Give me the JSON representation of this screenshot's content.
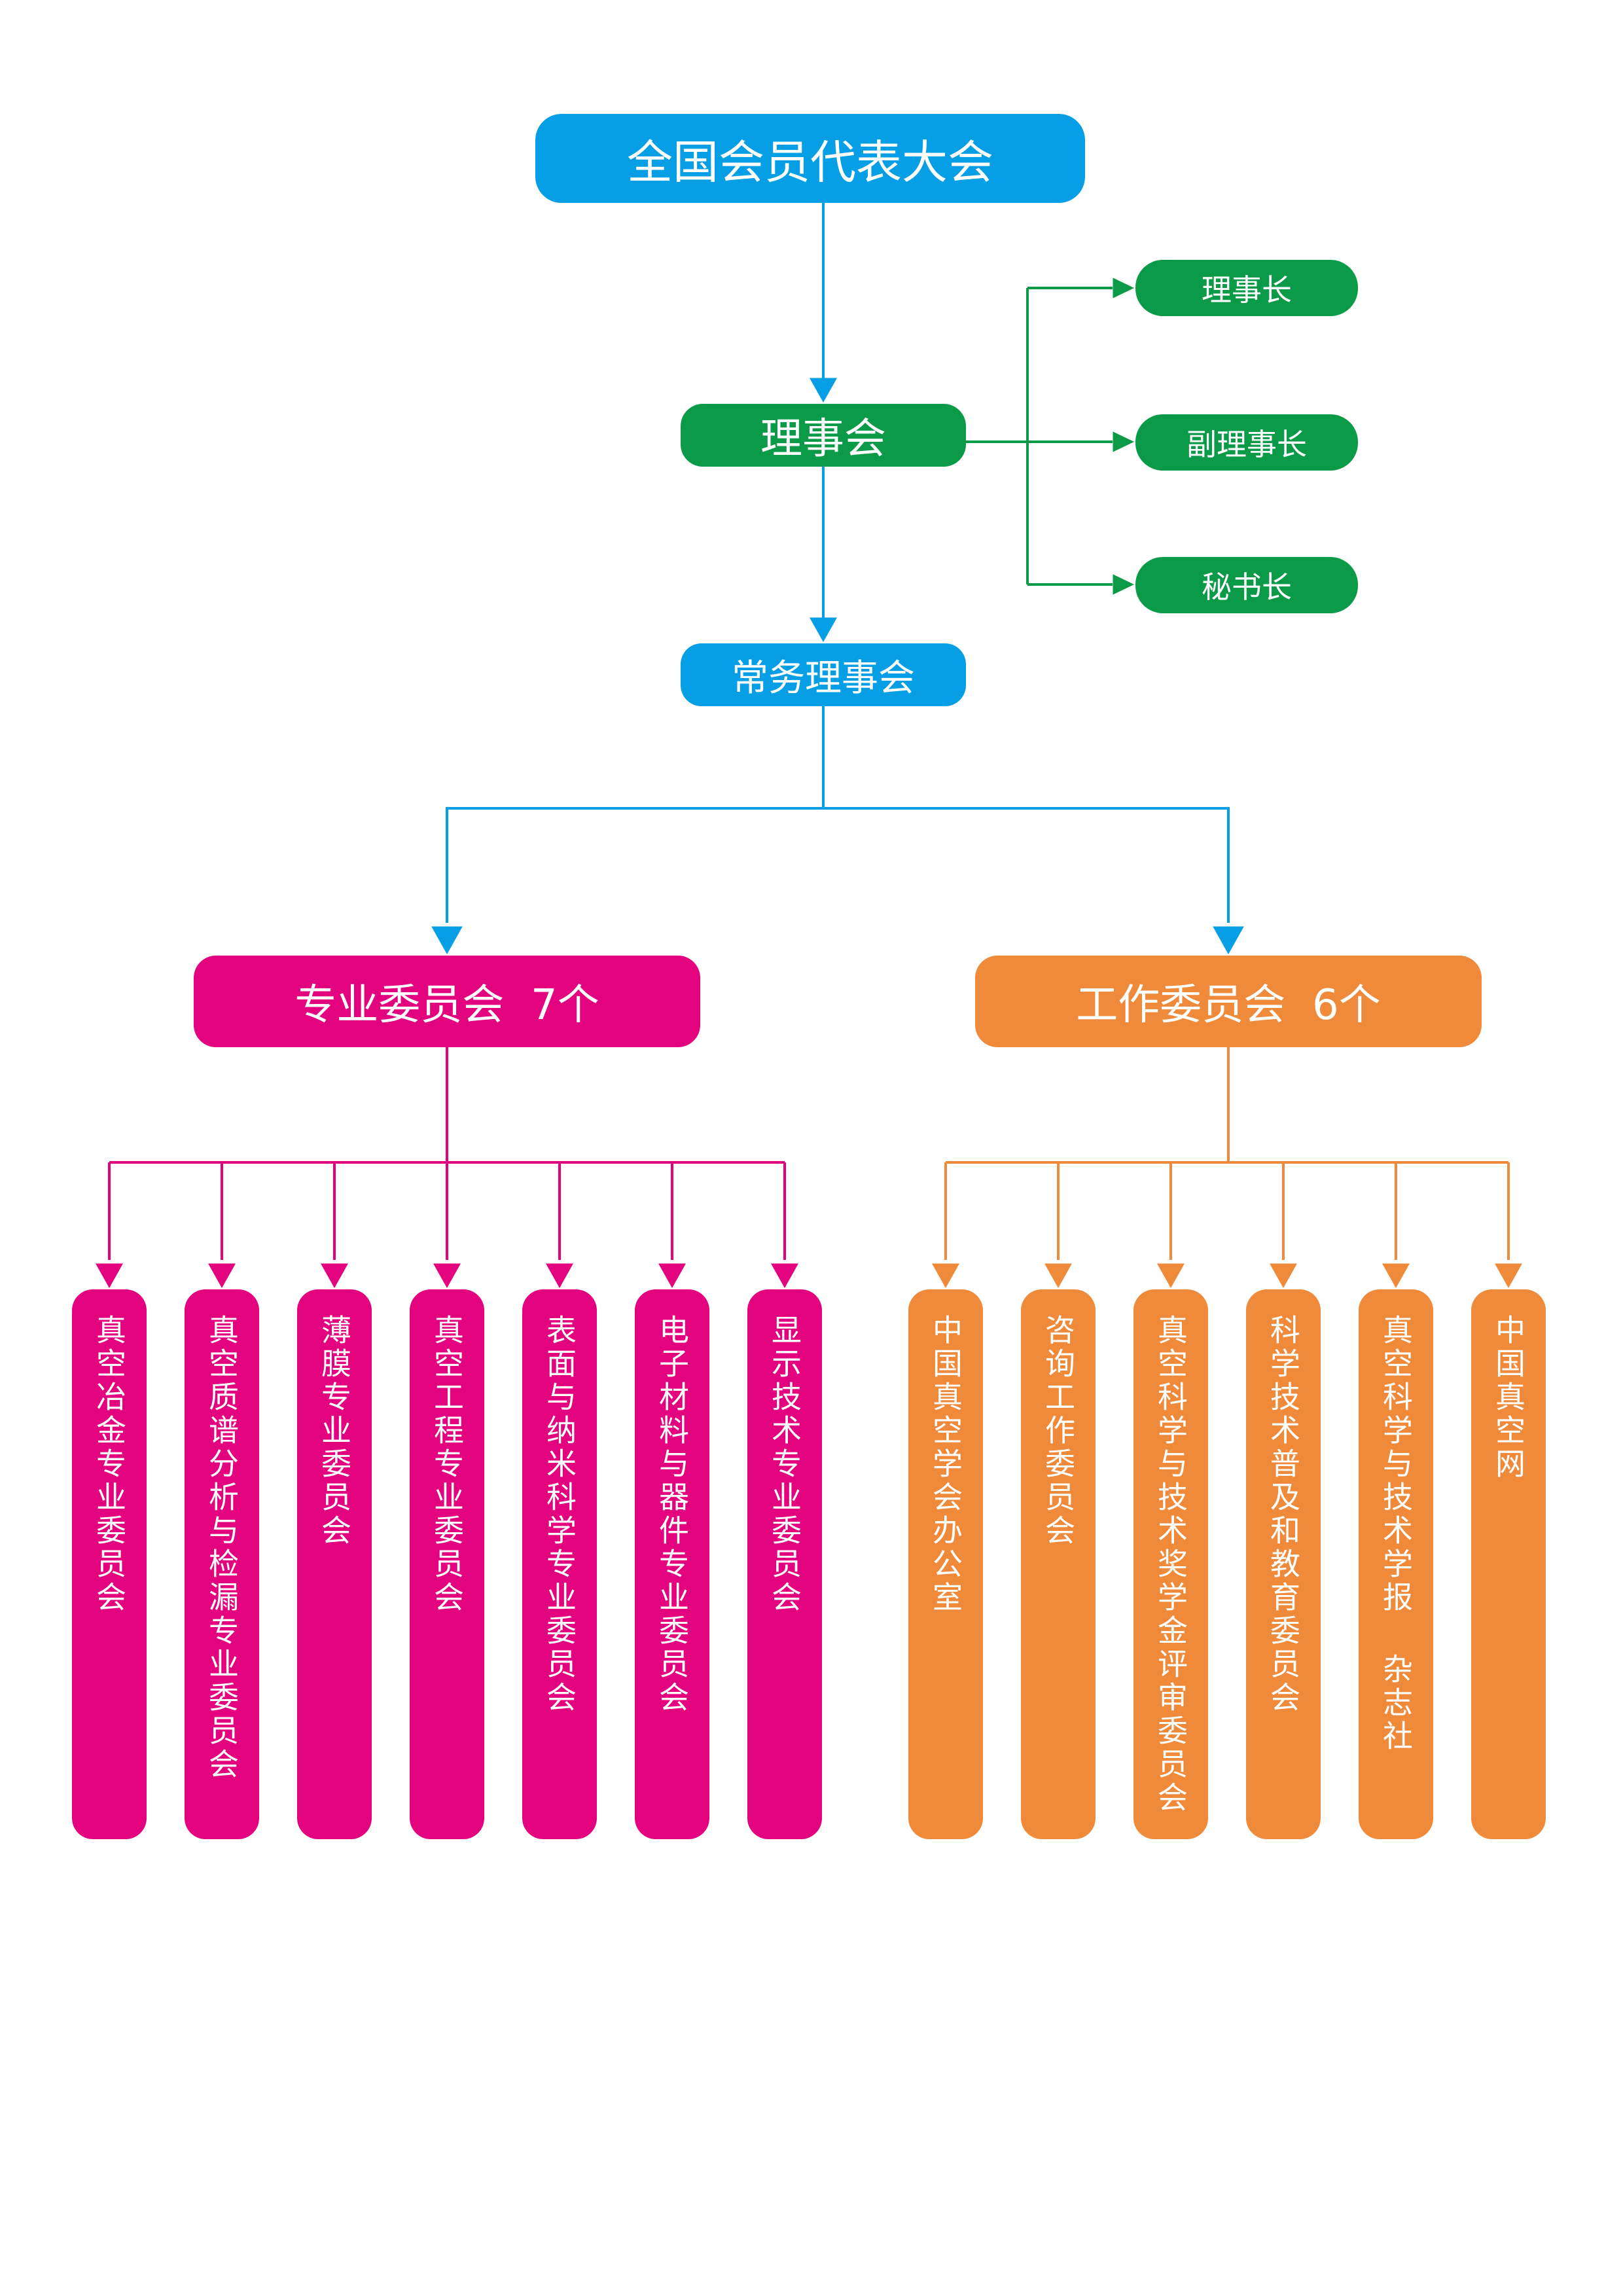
{
  "colors": {
    "blue": "#069fe6",
    "green": "#0b9a47",
    "magenta": "#e4037e",
    "orange": "#ef8a3b"
  },
  "top": {
    "congress": "全国会员代表大会",
    "council": "理事会",
    "standing_council": "常务理事会"
  },
  "officers": [
    "理事长",
    "副理事长",
    "秘书长"
  ],
  "professional": {
    "title": "专业委员会  7个",
    "committees": [
      "真空冶金专业委员会",
      "真空质谱分析与检漏专业委员会",
      "薄膜专业委员会",
      "真空工程专业委员会",
      "表面与纳米科学专业委员会",
      "电子材料与器件专业委员会",
      "显示技术专业委员会"
    ]
  },
  "working": {
    "title": "工作委员会  6个",
    "committees": [
      "中国真空学会办公室",
      "咨询工作委员会",
      "真空科学与技术奖学金评审委员会",
      "科学技术普及和教育委员会",
      "真空科学与技术学报 杂志社",
      "中国真空网"
    ]
  }
}
